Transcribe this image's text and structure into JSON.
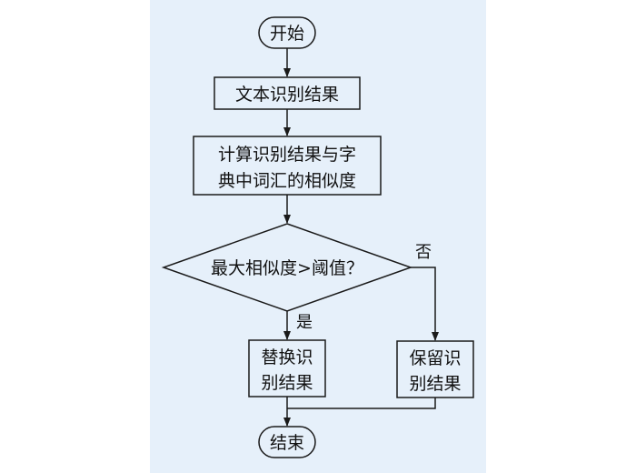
{
  "colors": {
    "panel_background": "#e6f0fa",
    "stroke": "#1a1a1a",
    "text": "#111111"
  },
  "nodes": {
    "start": "开始",
    "recognize": "文本识别结果",
    "compute_line1": "计算识别结果与字",
    "compute_line2": "典中词汇的相似度",
    "decision": "最大相似度>阈值？",
    "replace_line1": "替换识",
    "replace_line2": "别结果",
    "keep_line1": "保留识",
    "keep_line2": "别结果",
    "end": "结束"
  },
  "edges": {
    "yes_label": "是",
    "no_label": "否"
  }
}
